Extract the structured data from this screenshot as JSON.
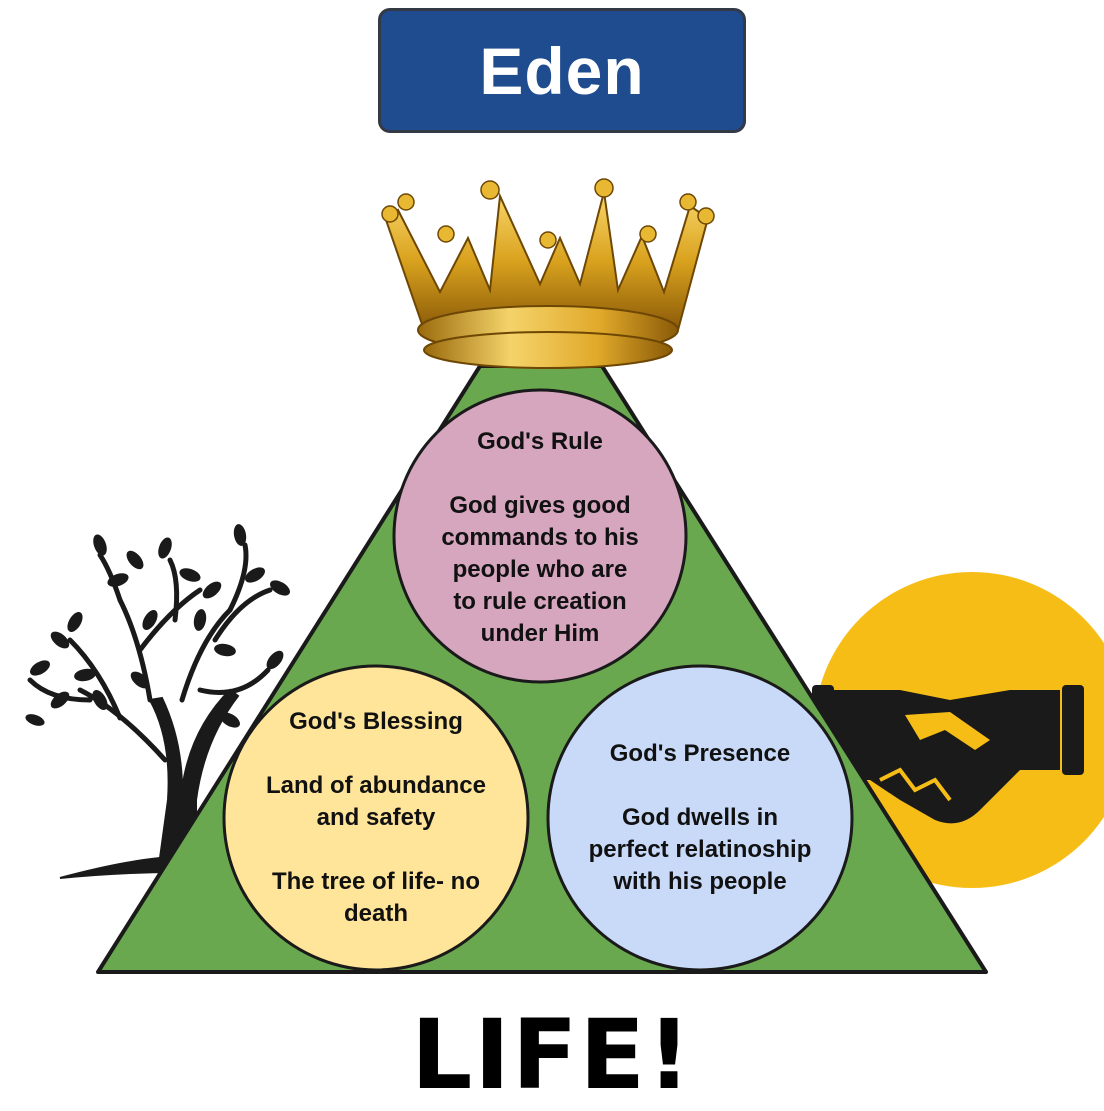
{
  "title": "Eden",
  "circles": {
    "rule": {
      "heading": "God's Rule",
      "lines": [
        "God gives good",
        "commands to his",
        "people who are",
        "to rule creation",
        "under Him"
      ]
    },
    "blessing": {
      "heading": "God's Blessing",
      "lines_a": [
        "Land of abundance",
        "and safety"
      ],
      "lines_b": [
        "The tree of life- no",
        "death"
      ]
    },
    "presence": {
      "heading": "God's Presence",
      "lines": [
        "God dwells in",
        "perfect relatinoship",
        "with his people"
      ]
    }
  },
  "footer": "LIFE!",
  "icons": [
    "crown-icon",
    "tree-icon",
    "handshake-icon"
  ],
  "colors": {
    "title_bg": "#1f4b8f",
    "triangle": "#6aa84f",
    "rule_circle": "#d5a6bd",
    "blessing_circle": "#ffe599",
    "presence_circle": "#c9daf8",
    "handshake_bg": "#f7bd17"
  }
}
